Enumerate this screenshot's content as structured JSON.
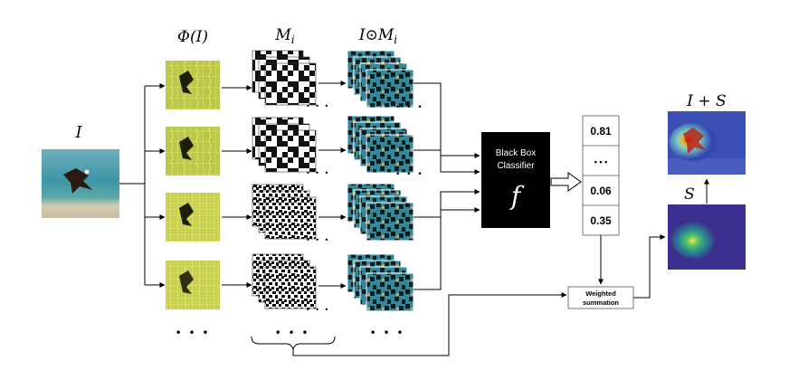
{
  "labels": {
    "input_image": "I",
    "superpixels": "Φ(I)",
    "masks": "M",
    "masks_sub": "i",
    "masked": "I⊙M",
    "masked_sub": "i",
    "overlay": "I + S",
    "saliency": "S",
    "ellipsis": "• • •",
    "ellipsis_small": "• • •"
  },
  "classifier": {
    "line1": "Black Box",
    "line2": "Classifier",
    "symbol": "f"
  },
  "scores": [
    "0.81",
    "• • •",
    "0.06",
    "0.35"
  ],
  "summation": {
    "line1": "Weighted",
    "line2": "summation"
  },
  "colors": {
    "bird_sky": "#5aa6b8",
    "sea": "#2f8fa1",
    "sand": "#d8cfb4",
    "superpixel_bg": "#b6c84a",
    "superpixel_grid": "#f4ef6a",
    "mask_black": "#111111",
    "classifier_bg": "#000000",
    "heat_bg": "#3b2f8f",
    "heat_hot": "#f7e642",
    "heat_warm": "#3fbf7a",
    "overlay_red": "#d62b1f"
  }
}
